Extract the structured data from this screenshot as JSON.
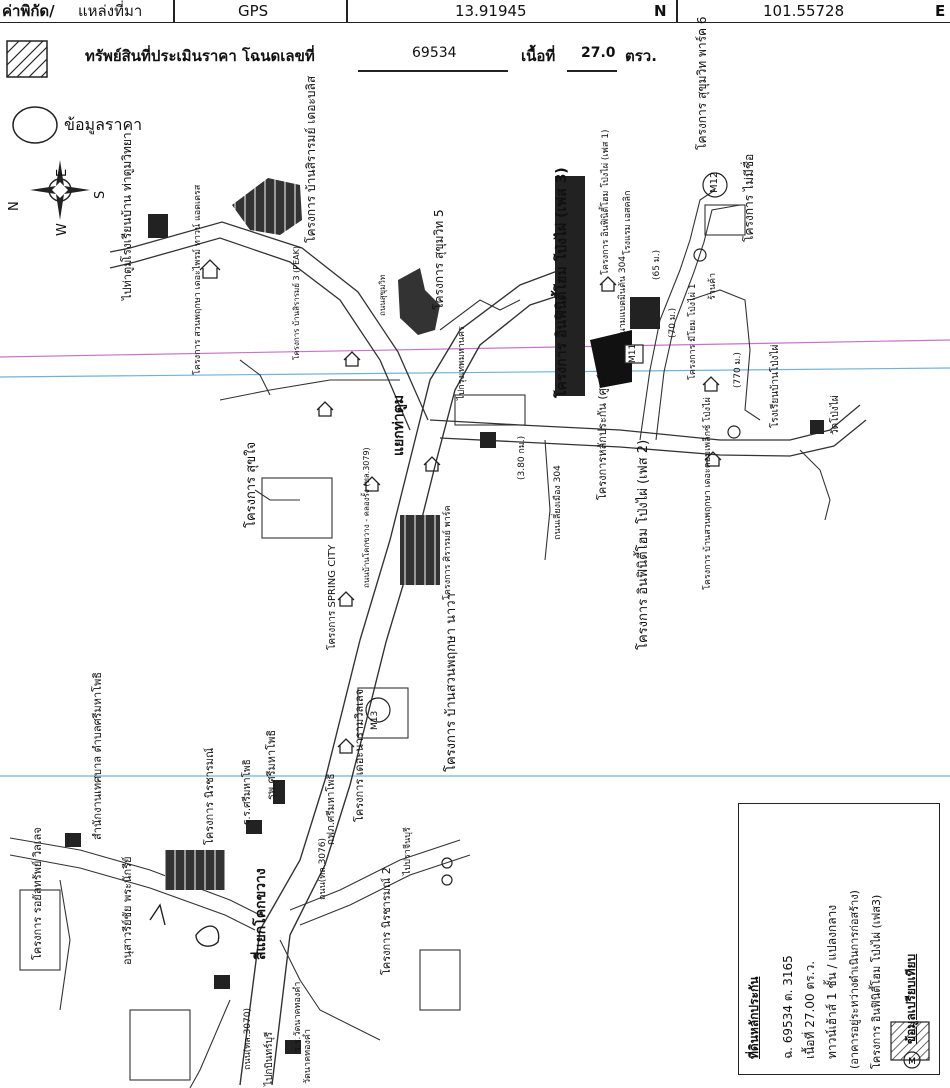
{
  "header": {
    "coord_label": "ค่าพิกัด/",
    "source_label": "แหล่งที่มา",
    "source_value": "GPS",
    "lat_value": "13.91945",
    "lat_dir": "N",
    "lon_value": "101.55728",
    "lon_dir": "E"
  },
  "legend": {
    "subject_label": "ทรัพย์สินที่ประเมินราคา โฉนดเลขที่",
    "deed_no": "69534",
    "area_label": "เนื้อที่",
    "area_value": "27.0",
    "area_unit": "ตรว.",
    "price_info_label": "ข้อมูลราคา"
  },
  "compass": {
    "n": "N",
    "e": "E",
    "s": "S",
    "w": "W"
  },
  "map_labels": {
    "school_tha_tum": "โรงเรียนบ้าน ท่าตูมวิทยา",
    "to_tha_tum": "ไปท่าตูม",
    "proj_ban_sirarom": "โครงการ บ้านสิรารมย์ เดอะบลิส",
    "proj_suan_phrukasa": "โครงการ สวนพฤกษา เดอะไพรม์ ทาวน์ แอดเดรส",
    "proj_sukhumvit5": "โครงการ สุขุมวิท 5",
    "proj_peak": "โครงการ บ้านสิรารมย์ 3 (PEAK)",
    "to_prachinburi": "ไปกรุงเทพมหานคร",
    "road_1": "ถนนสุขุมวิท",
    "intersection_tha_tum": "แยกท่าตูม",
    "proj_indhome_3": "โครงการ อินฟินิตี้โฮม โป่งไผ่ (เฟส 3)",
    "proj_indhome_1": "โครงการ อินฟินิตี้โฮม โป่งไผ่ (เฟส 1)",
    "proj_sukhumvit_park6": "โครงการ สุขุมวิท พาร์ค 6",
    "proj_maimechue": "โครงการ ไม่มีชื่อ",
    "m12": "M12",
    "factory": "โรงแรม เอสคลิก",
    "stadium": "สนามแบดมินตัน 304",
    "m11": "M11",
    "proj_mi_yom": "โครงการ มีโยม โป่งไผ่ 1",
    "shop": "ร้านค้า",
    "dist_70": "(70 ม.)",
    "dist_65": "(65 ม.)",
    "dist_770": "(770 ม.)",
    "school_pong_phai": "โรงเรียนบ้านโป่งไผ่",
    "wat_pong_phai": "วัดโป่งไผ่",
    "proj_subject": "โครงการหลักประกัน (ศูนย์ปลาย)",
    "road_304": "ถนนเลี่ยงเมือง 304",
    "dist_380": "(3.80 กม.)",
    "proj_indhome_2": "โครงการ อินฟินิตี้โฮม โป่งไผ่ (เฟส 2)",
    "proj_ban_suan": "โครงการ บ้านสวนพฤกษา เดอะคอมเพล็กซ์ โป่งไผ่",
    "proj_suk_jai": "โครงการ สุขใจ",
    "proj_sirasarn": "โครงการ ศิรารมย์ พาร์ค",
    "road_3079": "ถนนบ้านโคกขวาง - คลองรั้ง (ทล.3079)",
    "proj_spring": "โครงการ SPRING CITY",
    "m13": "M13",
    "proj_suan_naree": "โครงการ บ้านสวนพฤกษา นาวา",
    "school_nirun": "สำนักงานเทศบาล ตำบลศรีมหาโพธิ",
    "proj_nirun": "โครงการ นิรชารมณ์",
    "hospital": "รพ.ศรีมหาโพธิ",
    "school_sri": "ร.ร.ศรีมหาโพธิ",
    "proj_devaram": "โครงการ เดอะนารามวิลเลจ",
    "police": "กฟภ.ศรีมหาโพธิ",
    "to_prachin": "ไปปราจีนบุรี",
    "road_3076": "ถนน(ทล.3076)",
    "proj_nirun2": "โครงการ นิรชารมณ์ 2",
    "proj_royal": "โครงการ รอยัลทรัพย์ วิลเลจ",
    "monument": "อนุสาวรีย์ชัย พระนักรีย์",
    "intersection_kok": "สี่แยกโคกขวาง",
    "road_3070": "ถนน(ทล.3070)",
    "school_wat": "ร.ร.วัดนาคทองคำ",
    "wat_nakthong": "วัดนาคทองคำ",
    "to_kabin": "ไปกบินทร์บุรี"
  },
  "info_box": {
    "title": "ที่ดินหลักประกัน",
    "line1": "ฉ. 69534 ต. 3165",
    "line2": "เนื้อที่ 27.00 ตร.ว.",
    "line3": "ทาวน์เฮ้าส์ 1 ชั้น / แปลงกลาง",
    "line4": "(อาคารอยู่ระหว่างดำเนินการก่อสร้าง)",
    "line5": "โครงการ อินฟินิตี้โฮม โป่งไผ่ (เฟส3)",
    "m_label": "ข้อมูลเปรียบเทียบ"
  }
}
